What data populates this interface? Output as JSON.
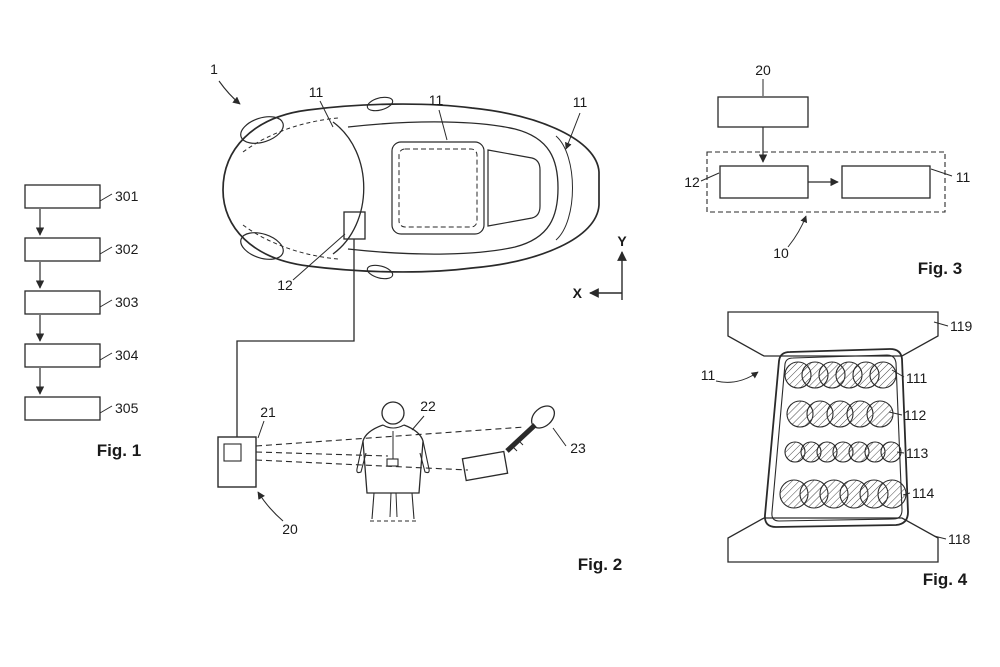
{
  "page": {
    "background": "#ffffff",
    "line_color": "#2a2a2a"
  },
  "fig1": {
    "caption": "Fig. 1",
    "steps": [
      "301",
      "302",
      "303",
      "304",
      "305"
    ]
  },
  "fig2": {
    "caption": "Fig. 2",
    "labels": {
      "car": "1",
      "light_front": "11",
      "light_roof": "11",
      "light_rear": "11",
      "control_unit": "12",
      "device": "20",
      "sensor": "21",
      "person": "22",
      "key": "23",
      "axis_x": "X",
      "axis_y": "Y"
    }
  },
  "fig3": {
    "caption": "Fig. 3",
    "labels": {
      "controller": "20",
      "system": "10",
      "control_unit": "12",
      "light_module": "11"
    }
  },
  "fig4": {
    "caption": "Fig. 4",
    "labels": {
      "headlight": "11",
      "row1": "111",
      "row2": "112",
      "row3": "113",
      "row4": "114",
      "bumper_top": "119",
      "bumper_bottom": "118"
    }
  }
}
